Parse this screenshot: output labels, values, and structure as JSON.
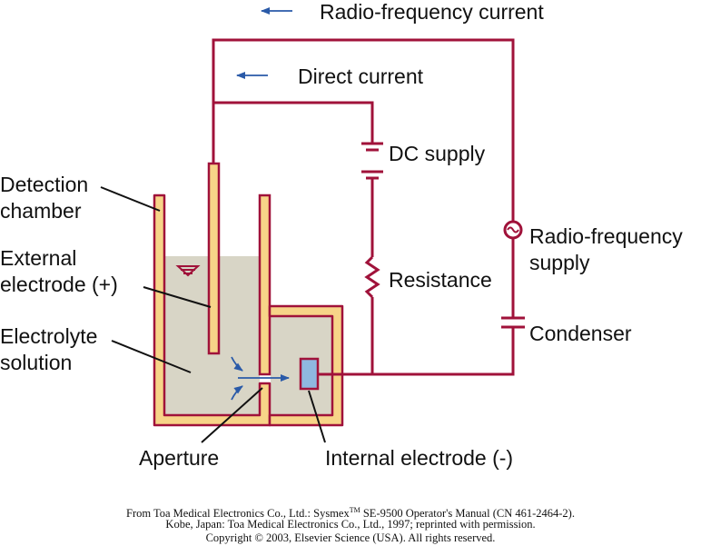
{
  "labels": {
    "rf_current": "Radio-frequency current",
    "direct_current": "Direct current",
    "dc_supply": "DC supply",
    "resistance": "Resistance",
    "rf_supply_line1": "Radio-frequency",
    "rf_supply_line2": "supply",
    "condenser": "Condenser",
    "detection_line1": "Detection",
    "detection_line2": "chamber",
    "external_line1": "External",
    "external_line2": "electrode (+)",
    "electrolyte_line1": "Electrolyte",
    "electrolyte_line2": "solution",
    "aperture": "Aperture",
    "internal_electrode": "Internal electrode (-)"
  },
  "credit": {
    "line1_pre": "From Toa Medical Electronics Co., Ltd.: Sysmex",
    "line1_tm": "TM",
    "line1_post": " SE-9500 Operator's Manual (CN 461-2464-2).",
    "line2": "Kobe, Japan: Toa Medical Electronics Co., Ltd., 1997; reprinted with permission.",
    "line3": "Copyright © 2003, Elsevier Science (USA). All rights reserved."
  },
  "colors": {
    "wire": "#a0123a",
    "wall_fill": "#f7d488",
    "wall_stroke": "#a0123a",
    "solution": "#d8d5c6",
    "flow_arrow": "#2a5aa8",
    "internal_electrode": "#8fb8e0"
  }
}
